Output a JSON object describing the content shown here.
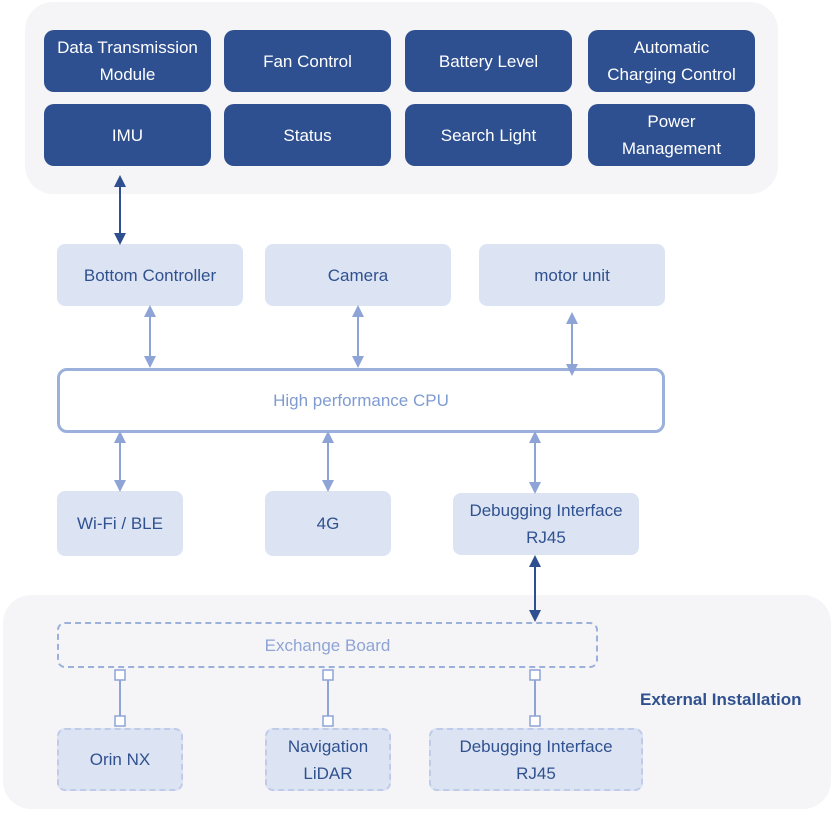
{
  "top_modules": [
    {
      "id": "data-transmission-module",
      "label": "Data Transmission\nModule"
    },
    {
      "id": "fan-control",
      "label": "Fan Control"
    },
    {
      "id": "battery-level",
      "label": "Battery Level"
    },
    {
      "id": "automatic-charging-control",
      "label": "Automatic\nCharging Control"
    },
    {
      "id": "imu",
      "label": "IMU"
    },
    {
      "id": "status",
      "label": "Status"
    },
    {
      "id": "search-light",
      "label": "Search Light"
    },
    {
      "id": "power-management",
      "label": "Power\nManagement"
    }
  ],
  "upper_units": [
    {
      "id": "bottom-controller",
      "label": "Bottom Controller"
    },
    {
      "id": "camera",
      "label": "Camera"
    },
    {
      "id": "motor-unit",
      "label": "motor unit"
    }
  ],
  "cpu": {
    "label": "High performance CPU"
  },
  "lower_units": [
    {
      "id": "wifi-ble",
      "label": "Wi-Fi / BLE"
    },
    {
      "id": "4g",
      "label": "4G"
    },
    {
      "id": "debugging-interface",
      "label": "Debugging Interface\nRJ45"
    }
  ],
  "external": {
    "title": "External Installation",
    "exchange_board": "Exchange Board",
    "devices": [
      {
        "id": "orin-nx",
        "label": "Orin NX"
      },
      {
        "id": "navigation-lidar",
        "label": "Navigation\nLiDAR"
      },
      {
        "id": "ext-debugging-interface",
        "label": "Debugging Interface\nRJ45"
      }
    ]
  },
  "colors": {
    "dark_box": "#2e5090",
    "light_box": "#dce4f4",
    "panel": "#f5f5f7",
    "light_arrow": "#8ea4d6",
    "dark_arrow": "#2e5090"
  }
}
